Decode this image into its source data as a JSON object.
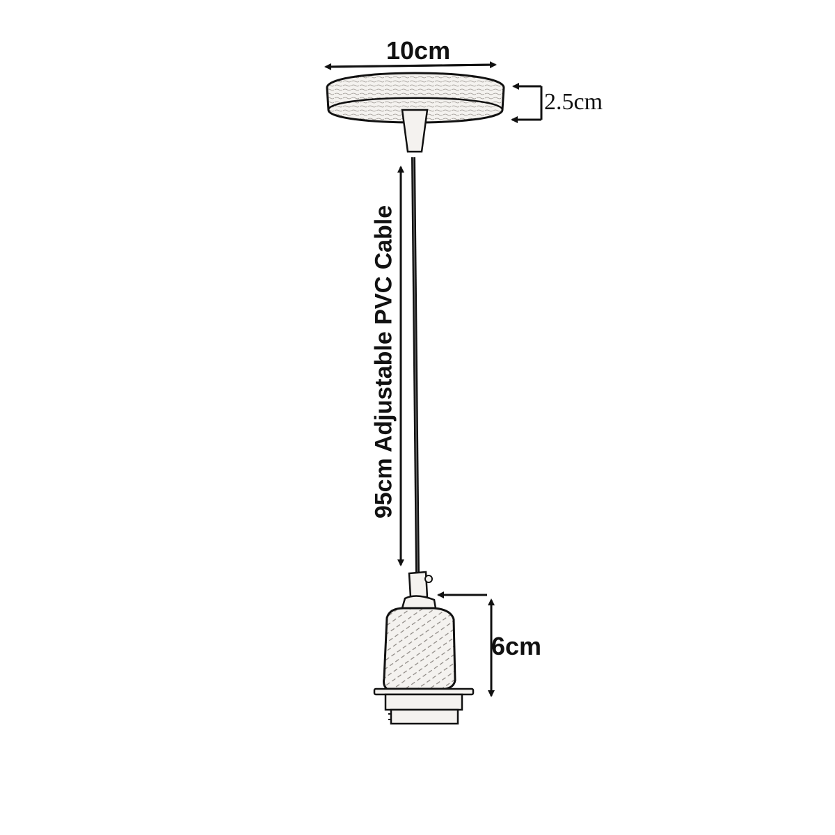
{
  "diagram": {
    "type": "product-dimension-diagram",
    "subject": "pendant light fitting",
    "components": [
      {
        "name": "ceiling-rose",
        "dimensions": {
          "diameter": "10cm",
          "height": "2.5cm"
        }
      },
      {
        "name": "cable",
        "length": "95cm",
        "description": "Adjustable PVC Cable"
      },
      {
        "name": "lamp-holder",
        "dimensions": {
          "height": "6cm"
        }
      }
    ]
  },
  "labels": {
    "rose_width": "10cm",
    "rose_height": "2.5cm",
    "cable_length": "95cm Adjustable PVC Cable",
    "holder_height": "6cm"
  },
  "colors": {
    "line": "#111111",
    "fill": "#f4f2ef",
    "background": "#ffffff"
  }
}
